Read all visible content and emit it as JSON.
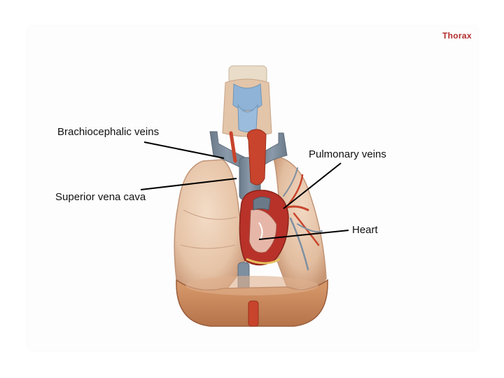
{
  "brand": "Thorax",
  "labels": {
    "brachiocephalic": "Brachiocephalic veins",
    "pulmonary": "Pulmonary veins",
    "svc": "Superior vena cava",
    "heart": "Heart"
  },
  "colors": {
    "lung": "#e8c9b0",
    "lung_shadow": "#cfa387",
    "vein_blue": "#7e8fa0",
    "artery_red": "#c8442c",
    "heart_red": "#b8322a",
    "thyroid": "#8fb3d6",
    "diaphragm": "#c9865a",
    "brand": "#b22a2a"
  }
}
